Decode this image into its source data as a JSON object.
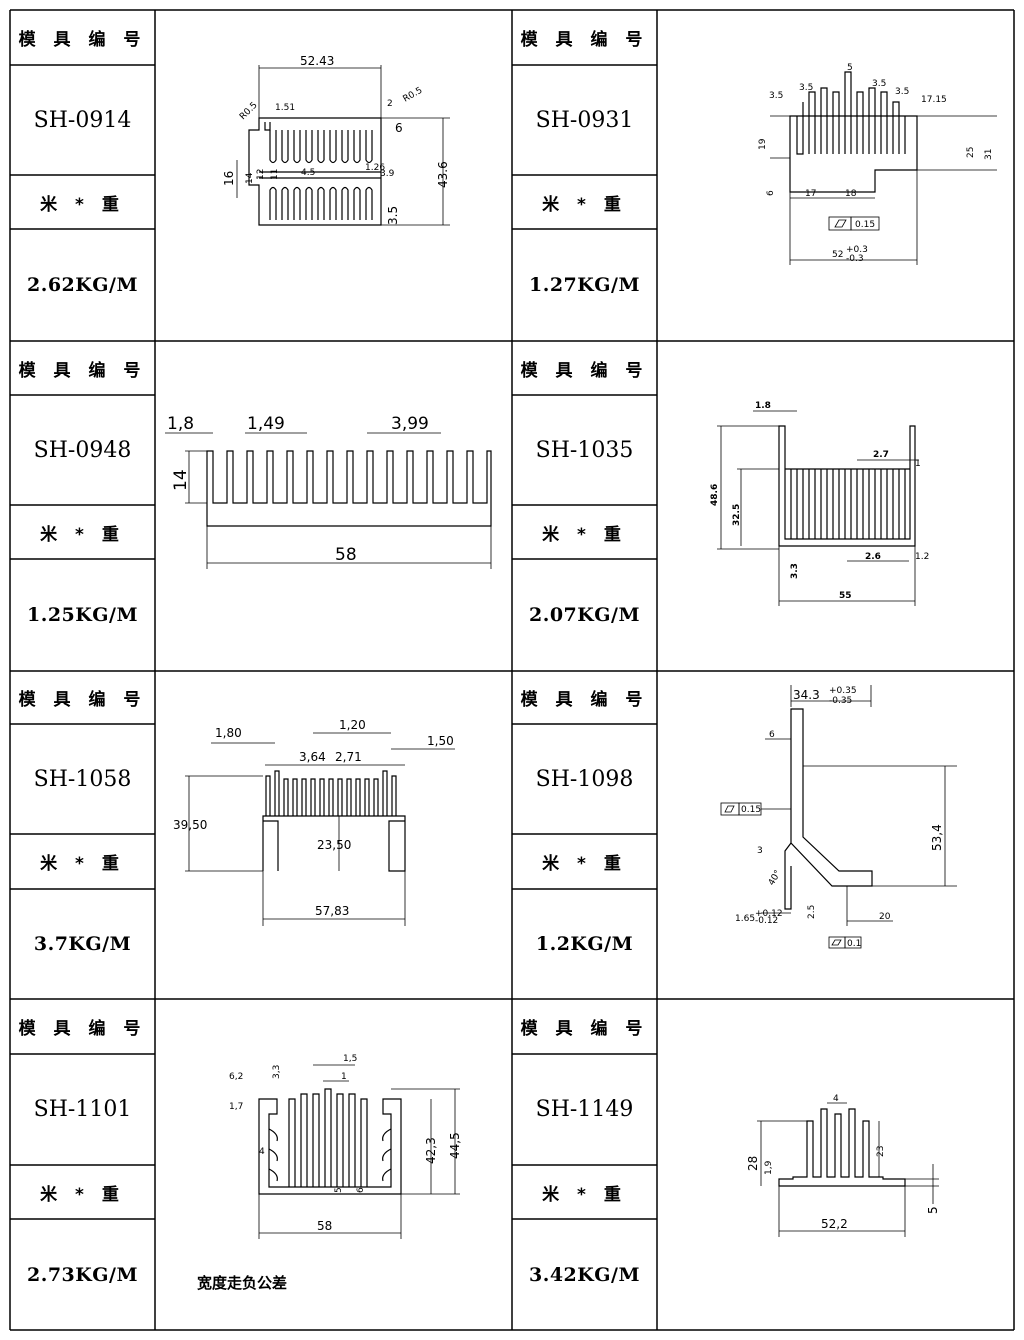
{
  "header_label": "模 具 编 号",
  "weight_label": "米 * 重",
  "profiles": [
    {
      "code": "SH-0914",
      "weight": "2.62KG/M",
      "dims": {
        "a": "52.43",
        "b": "6",
        "c": "43.6",
        "d": "16",
        "e": "R0.5",
        "f": "1.51",
        "g": "2",
        "h": "R0.5",
        "i": "4.5",
        "j": "3.9",
        "k": "3.5",
        "l": "14",
        "m": "12",
        "n": "11",
        "o": "1.26"
      }
    },
    {
      "code": "SH-0931",
      "weight": "1.27KG/M",
      "dims": {
        "a": "3.5",
        "b": "3.5",
        "c": "5",
        "d": "3.5",
        "e": "3.5",
        "f": "17.15",
        "g": "19",
        "h": "+0.3",
        "i": "-0.3",
        "j": "25",
        "k": "31",
        "l": "6",
        "m": "17",
        "n": "18",
        "o": "0.15",
        "p": "52",
        "q": "+0.3",
        "r": "-0.3"
      }
    },
    {
      "code": "SH-0948",
      "weight": "1.25KG/M",
      "dims": {
        "a": "1,8",
        "b": "1,49",
        "c": "3,99",
        "d": "14",
        "e": "58"
      }
    },
    {
      "code": "SH-1035",
      "weight": "2.07KG/M",
      "dims": {
        "a": "1.8",
        "b": "2.7",
        "c": "1",
        "d": "48.6",
        "e": "32.5",
        "f": "3.3",
        "g": "2.6",
        "h": "1.2",
        "i": "55"
      }
    },
    {
      "code": "SH-1058",
      "weight": "3.7KG/M",
      "dims": {
        "a": "1,80",
        "b": "1,20",
        "c": "1,50",
        "d": "3,64",
        "e": "2,71",
        "f": "39,50",
        "g": "23,50",
        "h": "57,83"
      }
    },
    {
      "code": "SH-1098",
      "weight": "1.2KG/M",
      "dims": {
        "a": "34.3",
        "b": "+0.35",
        "c": "-0.35",
        "d": "6",
        "e": "0.15",
        "f": "53,4",
        "g": "3",
        "h": "40°",
        "i": "1.65",
        "j": "+0.12",
        "k": "-0.12",
        "l": "2.5",
        "m": "20",
        "n": "0.1"
      }
    },
    {
      "code": "SH-1101",
      "weight": "2.73KG/M",
      "dims": {
        "a": "6,2",
        "b": "3,3",
        "c": "1,5",
        "d": "1",
        "e": "1,7",
        "f": "4",
        "g": "42,3",
        "h": "44,5",
        "i": "5",
        "j": "6",
        "k": "58"
      }
    },
    {
      "code": "SH-1149",
      "weight": "3.42KG/M",
      "dims": {
        "a": "4",
        "b": "28",
        "c": "1,9",
        "d": "23",
        "e": "52,2",
        "f": "5"
      }
    }
  ],
  "tolerance_note": "宽度走负公差"
}
